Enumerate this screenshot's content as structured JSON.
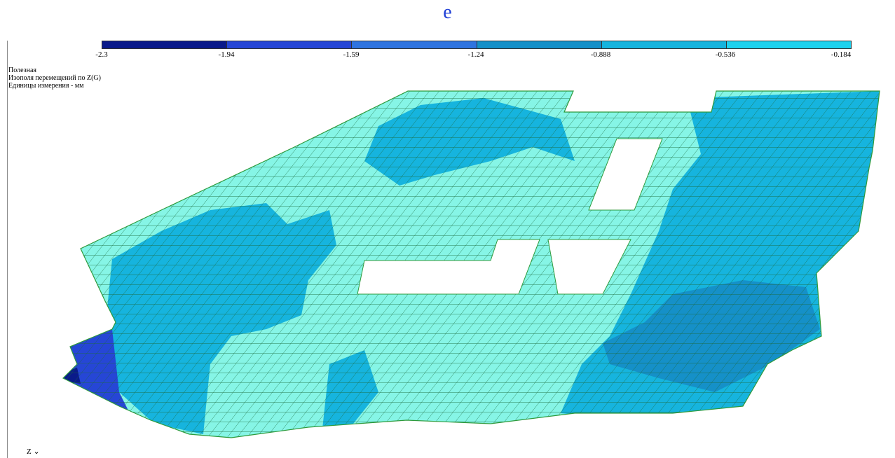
{
  "title": "e",
  "legend": {
    "ticks": [
      "-2.3",
      "-1.94",
      "-1.59",
      "-1.24",
      "-0.888",
      "-0.536",
      "-0.184"
    ],
    "colors": [
      "#0a1a8a",
      "#2646d6",
      "#2f74e0",
      "#1590c8",
      "#16b4de",
      "#1ed2ef",
      "#86f5e6"
    ]
  },
  "info": {
    "line1": "Полезная",
    "line2": "Изополя перемещений по Z(G)",
    "line3": "Единицы измерения - мм"
  },
  "axis_label": "Z",
  "mesh_colors": {
    "light": "#86f5e6",
    "mid": "#16b4de",
    "deep": "#1590c8",
    "edge": "#2646d6",
    "min": "#0a1a8a",
    "grid": "#1b6a3c"
  }
}
